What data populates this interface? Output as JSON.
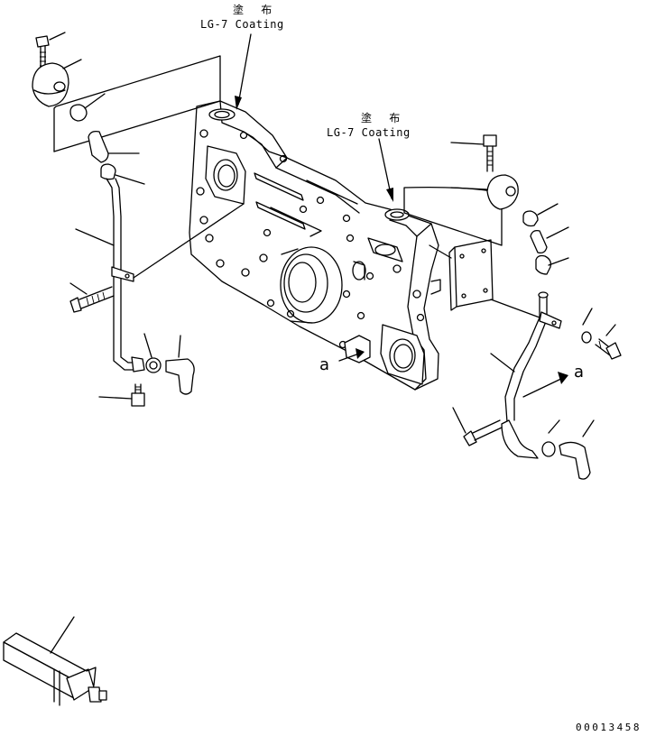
{
  "diagram": {
    "annotations": [
      {
        "id": "coating-left",
        "jp": "塗 布",
        "en": "LG-7 Coating"
      },
      {
        "id": "coating-right",
        "jp": "塗 布",
        "en": "LG-7 Coating"
      }
    ],
    "view_labels": {
      "a_left": "a",
      "a_right": "a"
    },
    "drawing_code": "00013458"
  }
}
